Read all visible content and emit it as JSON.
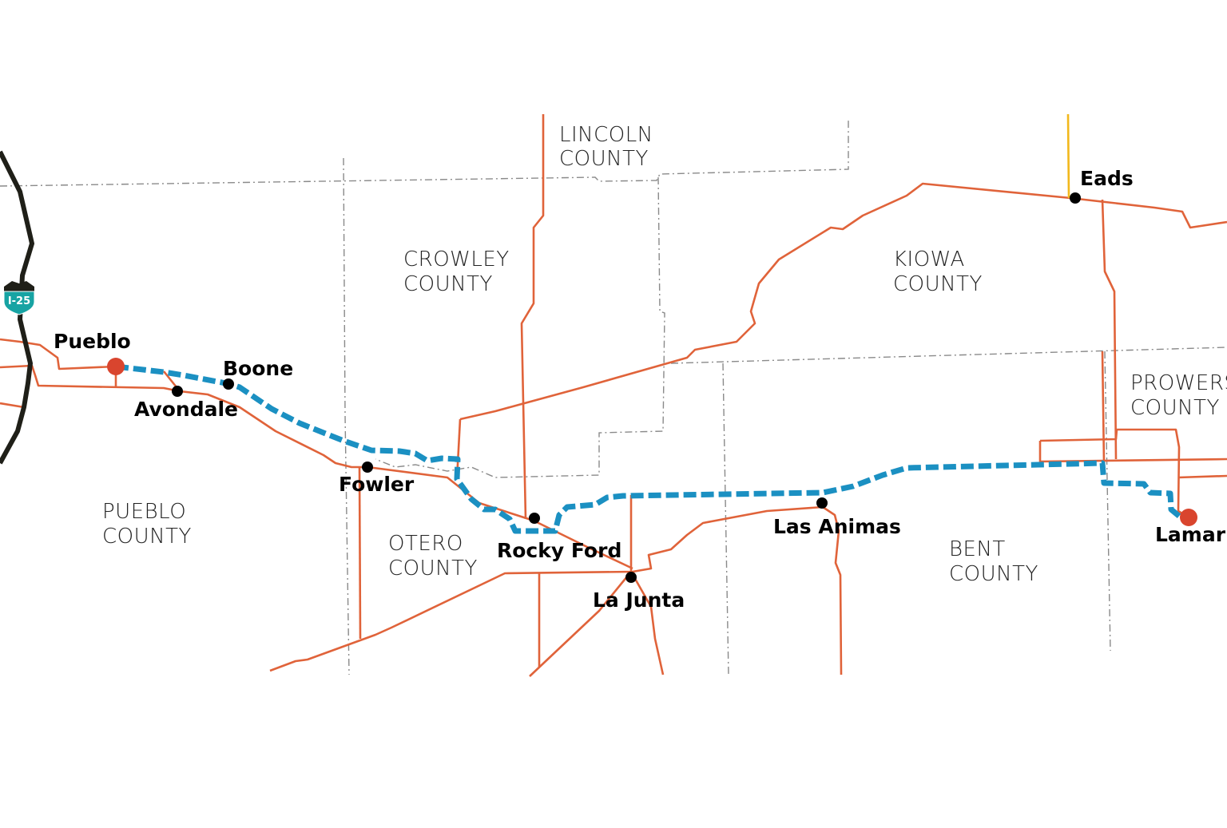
{
  "colors": {
    "road": "#e0633a",
    "route": "#1b90c2",
    "endpoint": "#d9452e",
    "town_dot": "#000000",
    "interstate": "#1f1f18",
    "shield": "#17a3a3",
    "county_line": "#8a8a8a",
    "eads_road": "#f2b81c"
  },
  "interstate": {
    "label": "I-25",
    "icon": "interstate-shield-icon"
  },
  "route": {
    "start": "Pueblo",
    "end": "Lamar"
  },
  "towns": [
    "Pueblo",
    "Avondale",
    "Boone",
    "Fowler",
    "Rocky Ford",
    "La Junta",
    "Las Animas",
    "Lamar",
    "Eads"
  ],
  "counties": [
    {
      "line1": "LINCOLN",
      "line2": "COUNTY"
    },
    {
      "line1": "CROWLEY",
      "line2": "COUNTY"
    },
    {
      "line1": "KIOWA",
      "line2": "COUNTY"
    },
    {
      "line1": "PROWERS",
      "line2": "COUNTY"
    },
    {
      "line1": "PUEBLO",
      "line2": "COUNTY"
    },
    {
      "line1": "OTERO",
      "line2": "COUNTY"
    },
    {
      "line1": "BENT",
      "line2": "COUNTY"
    }
  ]
}
